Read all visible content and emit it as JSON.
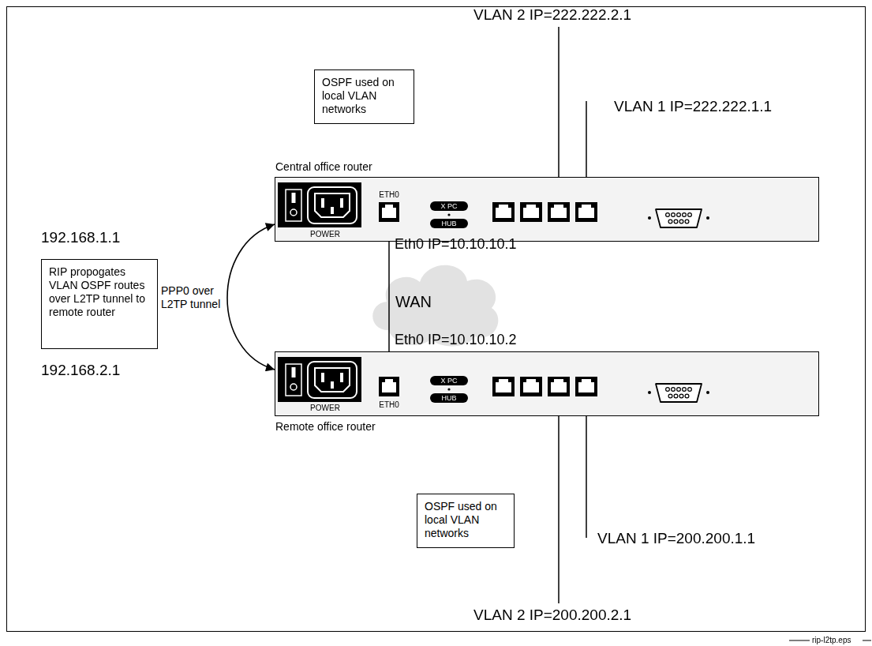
{
  "diagram": {
    "nodes": [
      {
        "text": [
          "OSPF used on local VLAN networks"
        ]
      },
      {
        "text": [
          "Central office router"
        ]
      },
      {
        "text": [
          "RIP propogates VLAN OSPF routes over L2TP tunnel to remote router"
        ]
      },
      {
        "text": [
          "WAN"
        ]
      },
      {
        "text": [
          "Remote office router"
        ]
      },
      {
        "text": [
          "OSPF used on local VLAN networks"
        ]
      }
    ],
    "edges": [
      {
        "from": 1,
        "to": 4,
        "arrow": "none"
      },
      {
        "from": 1,
        "to": 4,
        "label": "PPP0 over L2TP tunnel",
        "arrow": "both"
      }
    ],
    "labels": [
      "VLAN 2 IP=222.222.2.1",
      "VLAN 1 IP=222.222.1.1",
      "ETH0",
      "X PC",
      "HUB",
      "192.168.1.1",
      "POWER",
      "Eth0 IP=10.10.10.1",
      "Eth0 IP=10.10.10.2",
      "192.168.2.1",
      "X PC",
      "HUB",
      "POWER",
      "ETH0",
      "VLAN 1 IP=200.200.1.1",
      "VLAN 2 IP=200.200.2.1",
      "rip-l2tp.eps"
    ]
  }
}
